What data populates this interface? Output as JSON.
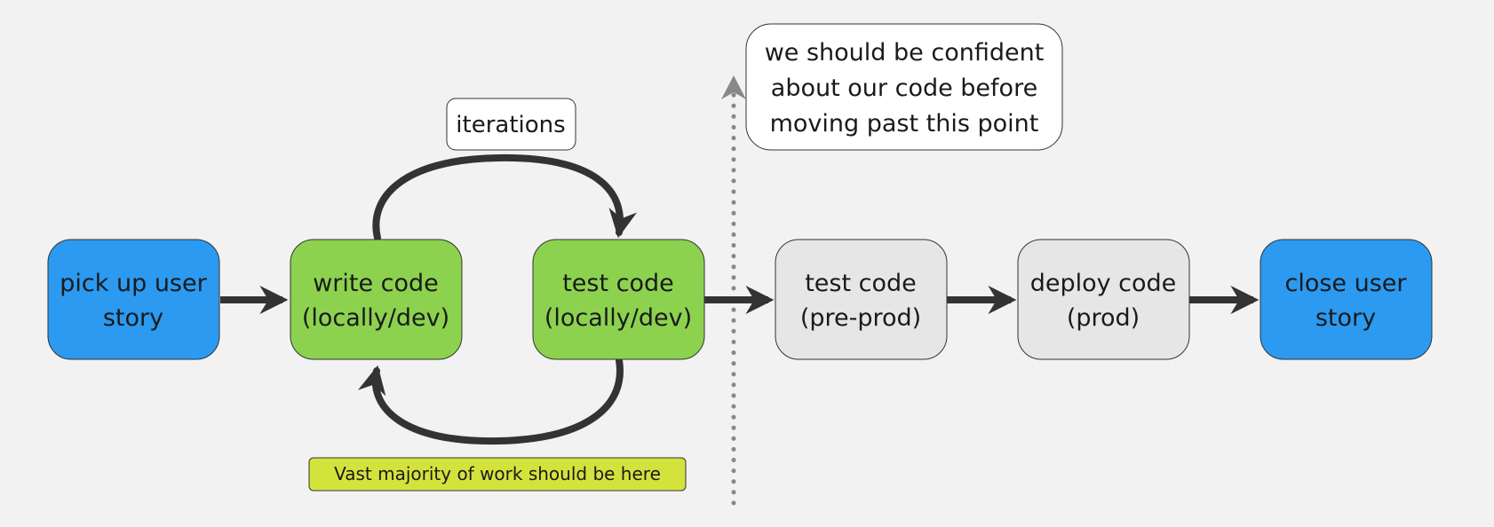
{
  "colors": {
    "background": "#f2f2f2",
    "blue": "#2b9af0",
    "green": "#8cd24f",
    "grey": "#e6e6e6",
    "yellow": "#d4e33c",
    "white": "#ffffff",
    "arrow": "#333333",
    "dotted": "#888888"
  },
  "nodes": {
    "pick_up": {
      "line1": "pick up user",
      "line2": "story"
    },
    "write": {
      "line1": "write code",
      "line2": "(locally/dev)"
    },
    "test_local": {
      "line1": "test code",
      "line2": "(locally/dev)"
    },
    "test_preprod": {
      "line1": "test code",
      "line2": "(pre-prod)"
    },
    "deploy": {
      "line1": "deploy code",
      "line2": "(prod)"
    },
    "close": {
      "line1": "close user",
      "line2": "story"
    }
  },
  "labels": {
    "iterations": "iterations",
    "majority": "Vast majority of work should be here"
  },
  "callout": {
    "line1": "we should be confident",
    "line2": "about our code before",
    "line3": "moving past this point"
  }
}
